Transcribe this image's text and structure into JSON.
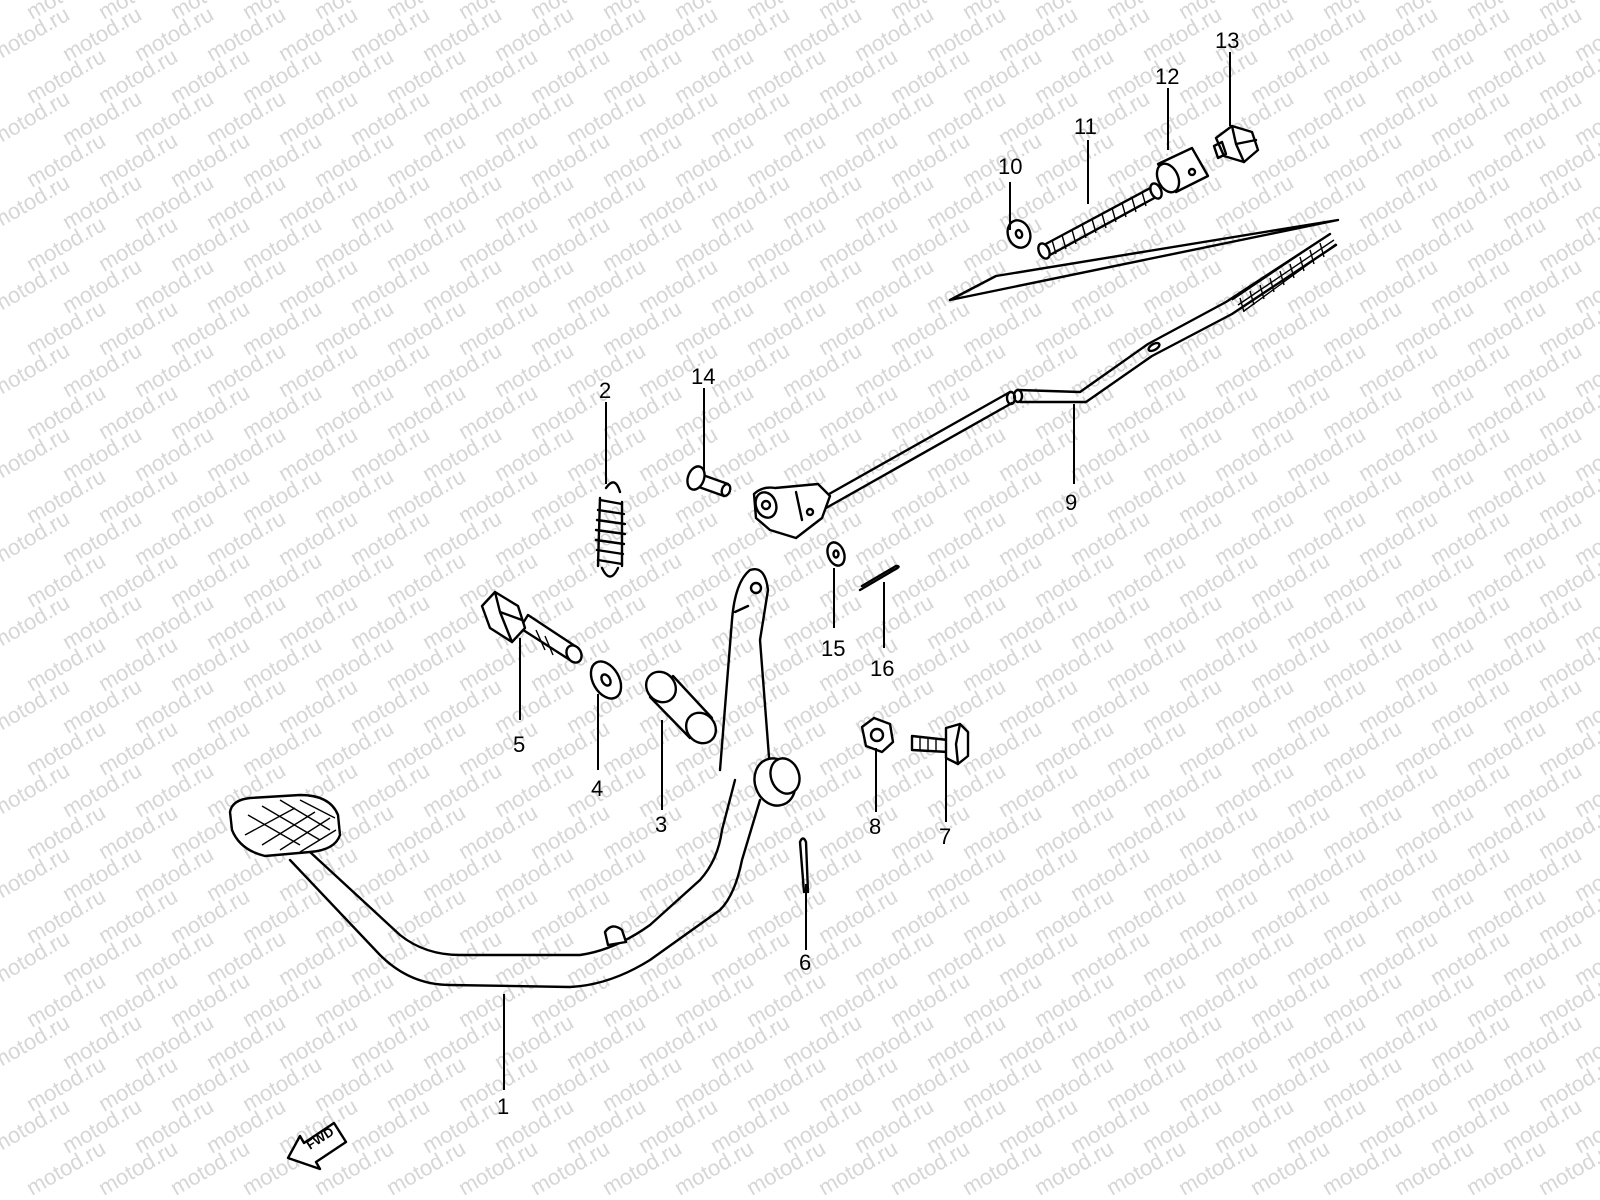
{
  "watermark": "motod.ru",
  "fwd_label": "FWD",
  "callouts": {
    "c1": "1",
    "c2": "2",
    "c3": "3",
    "c4": "4",
    "c5": "5",
    "c6": "6",
    "c7": "7",
    "c8": "8",
    "c9": "9",
    "c10": "10",
    "c11": "11",
    "c12": "12",
    "c13": "13",
    "c14": "14",
    "c15": "15",
    "c16": "16"
  }
}
